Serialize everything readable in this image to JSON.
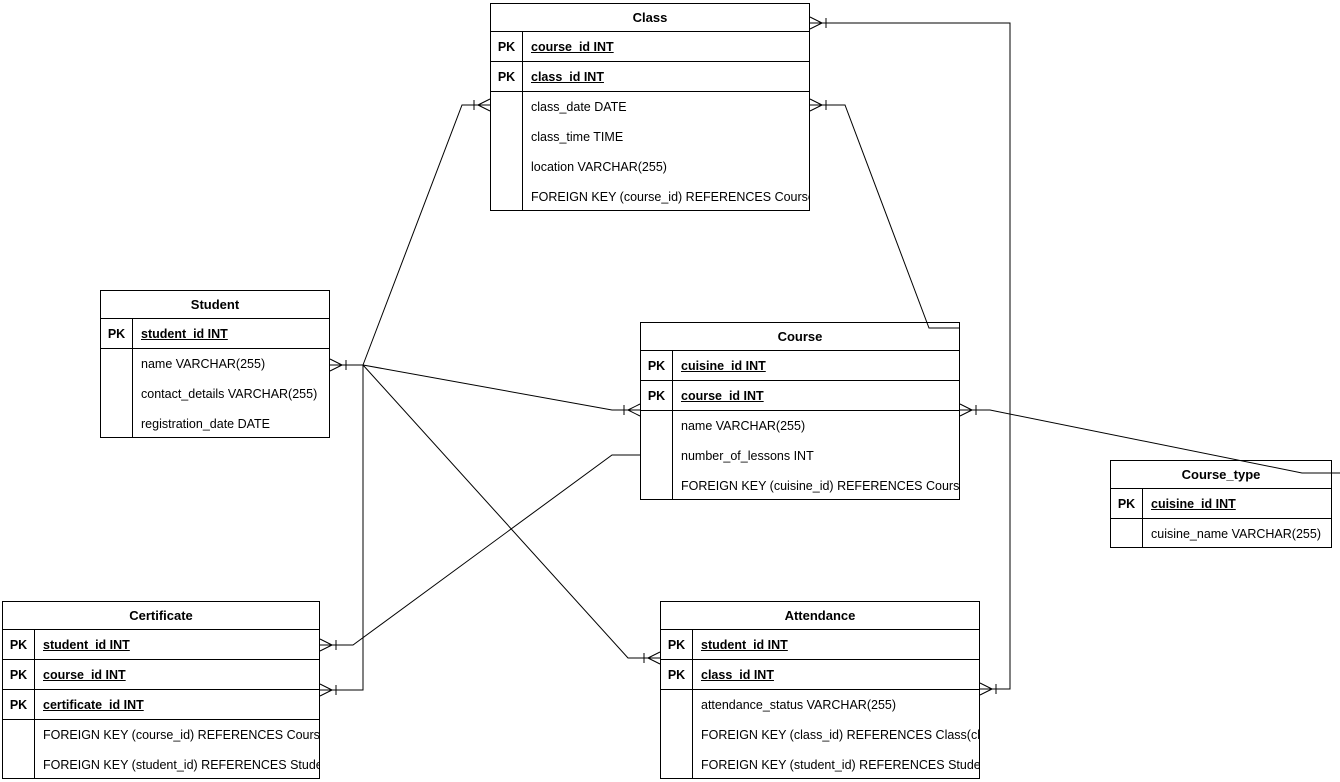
{
  "diagram_type": "entity-relationship",
  "colors": {
    "background": "#ffffff",
    "table_border": "#000000",
    "line": "#000000",
    "text": "#000000"
  },
  "tables": {
    "class": {
      "title": "Class",
      "pk": [
        {
          "key": "PK",
          "field": "course_id INT"
        },
        {
          "key": "PK",
          "field": "class_id INT"
        }
      ],
      "attrs": [
        "class_date DATE",
        "class_time TIME",
        "location VARCHAR(255)",
        "FOREIGN KEY (course_id) REFERENCES Course(c"
      ]
    },
    "student": {
      "title": "Student",
      "pk": [
        {
          "key": "PK",
          "field": "student_id INT"
        }
      ],
      "attrs": [
        "name VARCHAR(255)",
        "contact_details VARCHAR(255)",
        "registration_date DATE"
      ]
    },
    "course": {
      "title": "Course",
      "pk": [
        {
          "key": "PK",
          "field": "cuisine_id INT"
        },
        {
          "key": "PK",
          "field": "course_id INT"
        }
      ],
      "attrs": [
        "name VARCHAR(255)",
        "number_of_lessons INT",
        "FOREIGN KEY (cuisine_id) REFERENCES Course_t"
      ]
    },
    "course_type": {
      "title": "Course_type",
      "pk": [
        {
          "key": "PK",
          "field": "cuisine_id INT"
        }
      ],
      "attrs": [
        "cuisine_name VARCHAR(255)"
      ]
    },
    "certificate": {
      "title": "Certificate",
      "pk": [
        {
          "key": "PK",
          "field": "student_id INT"
        },
        {
          "key": "PK",
          "field": "course_id INT"
        },
        {
          "key": "PK",
          "field": "certificate_id INT"
        }
      ],
      "attrs": [
        "FOREIGN KEY (course_id) REFERENCES Course(c",
        "FOREIGN KEY (student_id) REFERENCES Student("
      ]
    },
    "attendance": {
      "title": "Attendance",
      "pk": [
        {
          "key": "PK",
          "field": "student_id INT"
        },
        {
          "key": "PK",
          "field": "class_id INT"
        }
      ],
      "attrs": [
        "attendance_status VARCHAR(255)",
        "FOREIGN KEY (class_id) REFERENCES Class(clas",
        "FOREIGN KEY (student_id) REFERENCES Student("
      ]
    }
  },
  "relationships": [
    {
      "from": "Student",
      "to": "Class"
    },
    {
      "from": "Student",
      "to": "Course"
    },
    {
      "from": "Student",
      "to": "Attendance"
    },
    {
      "from": "Student",
      "to": "Certificate"
    },
    {
      "from": "Course",
      "to": "Certificate"
    },
    {
      "from": "Class",
      "to": "Course"
    },
    {
      "from": "Class",
      "to": "Attendance"
    },
    {
      "from": "Course",
      "to": "Course_type"
    }
  ]
}
